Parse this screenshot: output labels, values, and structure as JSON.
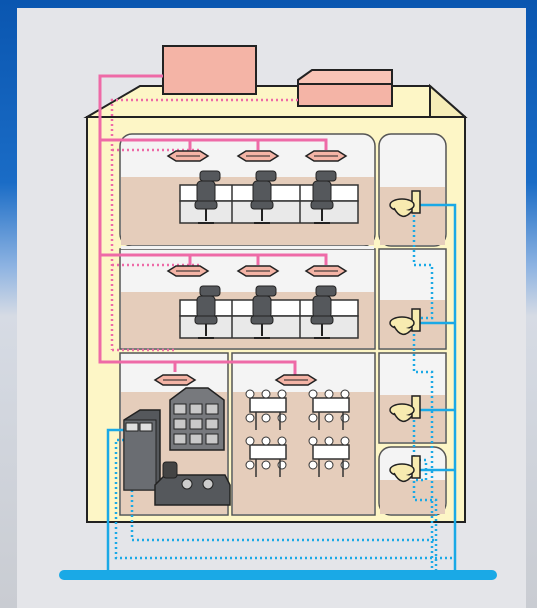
{
  "diagram": {
    "subject": "building-water-and-air-conditioning-system",
    "colors": {
      "frame_bg": "#e8e9ec",
      "building_fill": "#fdf6c6",
      "building_stroke": "#222222",
      "room_wall": "#f4f4f4",
      "room_floor": "#e5cdbb",
      "ac_unit_fill": "#f4b4a6",
      "air_duct_pink": "#ee6aa7",
      "water_supply_blue": "#1aa9e6",
      "drain_blue": "#1aa9e6",
      "furniture_dark": "#55585c",
      "toilet_fill": "#f7ebb0"
    },
    "floors": [
      {
        "name": "office-floor-3",
        "rooms": [
          "office",
          "restroom"
        ],
        "ac_outlets": 3,
        "desk_clusters": 3
      },
      {
        "name": "office-floor-2",
        "rooms": [
          "office",
          "restroom"
        ],
        "ac_outlets": 3,
        "desk_clusters": 3
      },
      {
        "name": "ground-floor",
        "rooms": [
          "kitchen",
          "dining",
          "restroom",
          "restroom"
        ],
        "ac_outlets": 2,
        "dining_tables": 4
      }
    ],
    "rooftop_units": [
      "outdoor-ac-unit-large",
      "outdoor-ac-unit-small"
    ],
    "main_pipe": "water-main-pipe"
  }
}
